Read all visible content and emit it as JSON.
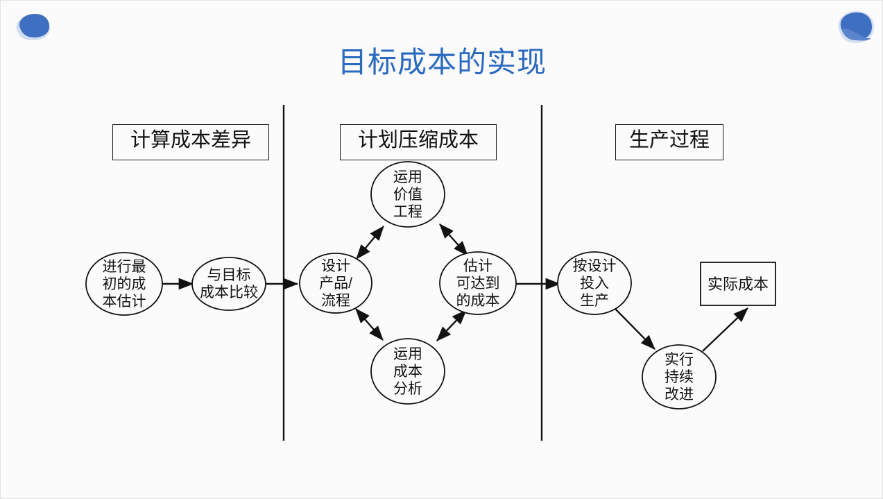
{
  "slide": {
    "title": "目标成本的实现",
    "title_color": "#2a6ac0",
    "background": "#fbfbfb",
    "accent_color": "#3f6fc0"
  },
  "phases": [
    {
      "name": "phase-calculate",
      "label": "计算成本差异"
    },
    {
      "name": "phase-plan",
      "label": "计划压缩成本"
    },
    {
      "name": "phase-production",
      "label": "生产过程"
    }
  ],
  "nodes": [
    {
      "id": "initial-estimate",
      "shape": "ellipse",
      "label": "进行最\n初的成\n本估计"
    },
    {
      "id": "compare-target-cost",
      "shape": "ellipse",
      "label": "与目标\n成本比较"
    },
    {
      "id": "design-product-process",
      "shape": "ellipse",
      "label": "设计\n产品/\n流程"
    },
    {
      "id": "value-engineering",
      "shape": "ellipse",
      "label": "运用\n价值\n工程"
    },
    {
      "id": "cost-analysis",
      "shape": "ellipse",
      "label": "运用\n成本\n分析"
    },
    {
      "id": "achievable-cost",
      "shape": "ellipse",
      "label": "估计\n可达到\n的成本"
    },
    {
      "id": "start-production",
      "shape": "ellipse",
      "label": "按设计\n投入\n生产"
    },
    {
      "id": "continuous-improvement",
      "shape": "ellipse",
      "label": "实行\n持续\n改进"
    },
    {
      "id": "actual-cost",
      "shape": "rectangle",
      "label": "实际成本"
    }
  ],
  "connections": [
    {
      "from": "initial-estimate",
      "to": "compare-target-cost",
      "arrow": "single"
    },
    {
      "from": "compare-target-cost",
      "to": "design-product-process",
      "arrow": "single"
    },
    {
      "from": "design-product-process",
      "to": "value-engineering",
      "arrow": "double"
    },
    {
      "from": "design-product-process",
      "to": "cost-analysis",
      "arrow": "double"
    },
    {
      "from": "value-engineering",
      "to": "achievable-cost",
      "arrow": "double"
    },
    {
      "from": "cost-analysis",
      "to": "achievable-cost",
      "arrow": "double"
    },
    {
      "from": "achievable-cost",
      "to": "start-production",
      "arrow": "single"
    },
    {
      "from": "start-production",
      "to": "continuous-improvement",
      "arrow": "single"
    },
    {
      "from": "continuous-improvement",
      "to": "actual-cost",
      "arrow": "single"
    }
  ],
  "decorations": [
    {
      "id": "blob-top-left",
      "color": "#3f6fc0"
    },
    {
      "id": "blob-top-right",
      "color": "#3f6fc0"
    }
  ]
}
